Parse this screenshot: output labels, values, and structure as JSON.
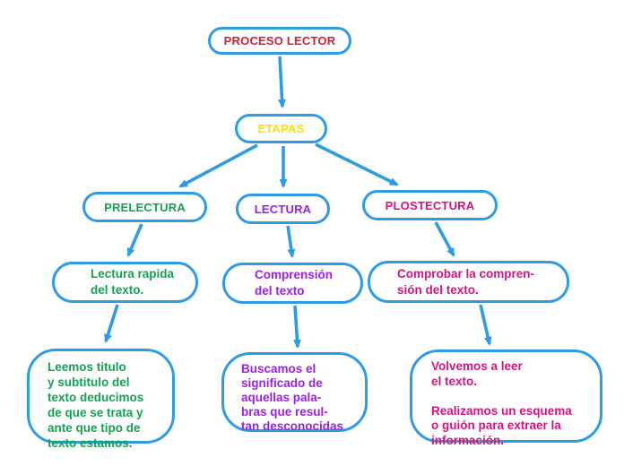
{
  "diagram": {
    "title_node": {
      "label": "PROCESO LECTOR"
    },
    "etapas_node": {
      "label": "ETAPAS"
    },
    "branches": {
      "prelectura": {
        "label": "PRELECTURA",
        "step": "Lectura rapida\ndel texto.",
        "detail": "Leemos titulo\ny subtitulo del\ntexto deducimos\nde que se trata y\nante que tipo de\ntexto estamos."
      },
      "lectura": {
        "label": "LECTURA",
        "step": "Comprensión\ndel texto",
        "detail": "Buscamos el\nsignificado de\naquellas pala-\nbras que resul-\ntan desconocidas"
      },
      "plostectura": {
        "label": "PLOSTECTURA",
        "step": "Comprobar la compren-\nsión del texto.",
        "detail": "Volvemos a leer\nel texto.\n\nRealizamos un esquema\no guión para extraer la\ninformación."
      }
    },
    "colors": {
      "outline_blue": "#2E9BE5",
      "arrow_blue": "#2E9BE5",
      "title_red": "#CE2039",
      "etapas_yellow": "#FFDE00",
      "prelectura_green": "#12A252",
      "lectura_purple": "#9B1FEB",
      "plostectura_magenta": "#D6137F"
    }
  }
}
